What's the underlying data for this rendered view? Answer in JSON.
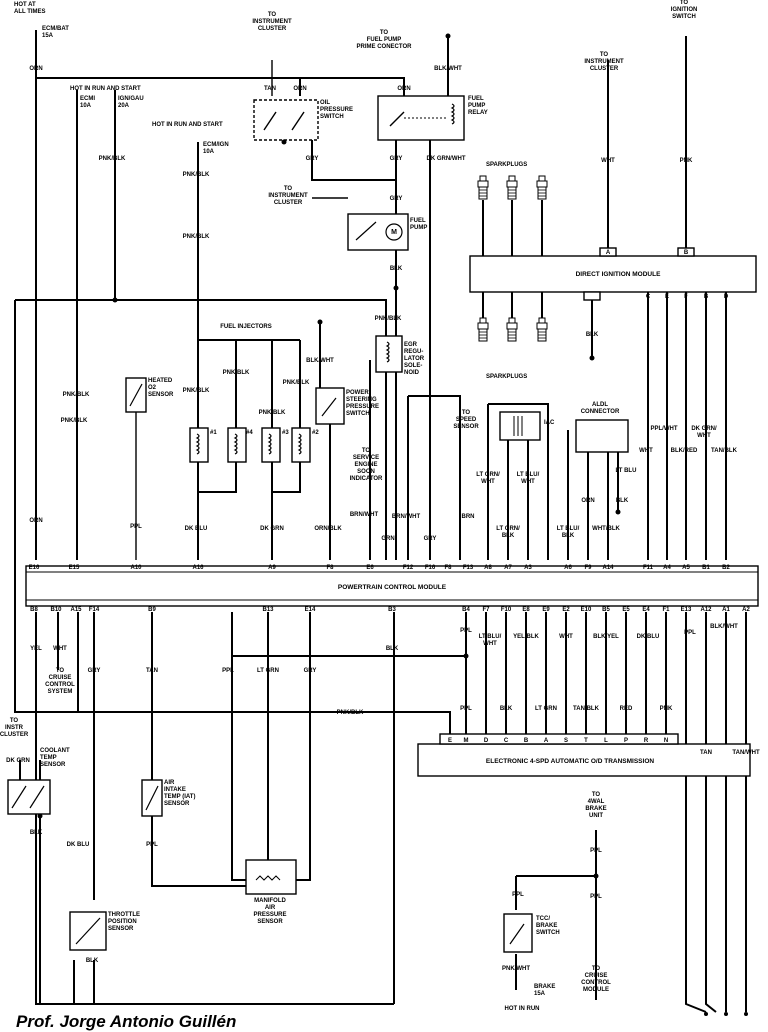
{
  "credit": "Prof. Jorge Antonio Guillén",
  "modules": {
    "pcm": "POWERTRAIN CONTROL MODULE",
    "dim": "DIRECT IGNITION MODULE",
    "trans": "ELECTRONIC 4-SPD AUTOMATIC O/D TRANSMISSION"
  },
  "pcm_top_pins": [
    "E16",
    "E15",
    "A10",
    "A16",
    "A9",
    "F8",
    "E6",
    "F12",
    "F16",
    "F8",
    "F13",
    "A8",
    "A7",
    "A3",
    "A6",
    "F9",
    "A14",
    "F11",
    "A4",
    "A5",
    "B1",
    "B2"
  ],
  "pcm_bottom_pins": [
    "B8",
    "B10",
    "A15",
    "F14",
    "B9",
    "B13",
    "E14",
    "B3",
    "B4",
    "F7",
    "F10",
    "E8",
    "E9",
    "E2",
    "E10",
    "B5",
    "E5",
    "E4",
    "F1",
    "E13",
    "A12",
    "A1",
    "A2"
  ],
  "trans_pins": [
    "E",
    "M",
    "D",
    "C",
    "B",
    "A",
    "S",
    "T",
    "L",
    "P",
    "R",
    "N"
  ],
  "dim_pins_top": [
    "A",
    "B"
  ],
  "dim_pins_bottom": [
    "C",
    "E",
    "F",
    "B",
    "D"
  ],
  "labels": {
    "hot_all_times": "HOT AT\nALL TIMES",
    "ecm_bat": "ECM/BAT\n15A",
    "hot_run_start_1": "HOT IN RUN AND START",
    "ecmi": "ECMI\n10A",
    "ign_gau": "IGN/GAU\n20A",
    "hot_run_start_2": "HOT IN RUN AND START",
    "ecm_ign": "ECM/IGN\n10A",
    "to_instr_cluster_1": "TO\nINSTRUMENT\nCLUSTER",
    "to_fuel_pump_prime": "TO\nFUEL PUMP\nPRIME CONECTOR",
    "to_ignition_switch": "TO\nIGNITION\nSWITCH",
    "to_instr_cluster_2": "TO\nINSTRUMENT\nCLUSTER",
    "oil_pressure_switch": "OIL\nPRESSURE\nSWITCH",
    "fuel_pump_relay": "FUEL\nPUMP\nRELAY",
    "to_instr_cluster_3": "TO\nINSTRUMENT\nCLUSTER",
    "fuel_pump": "FUEL\nPUMP",
    "sparkplugs_1": "SPARKPLUGS",
    "sparkplugs_2": "SPARKPLUGS",
    "fuel_injectors": "FUEL INJECTORS",
    "egr_solenoid": "EGR\nREGU-\nLATOR\nSOLE-\nNOID",
    "heated_o2": "HEATED\nO2\nSENSOR",
    "ps_pressure_switch": "POWER\nSTEERING\nPRESSURE\nSWITCH",
    "to_service_engine": "TO\nSERVICE\nENGINE\nSOON\nINDICATOR",
    "to_speed_sensor": "TO\nSPEED\nSENSOR",
    "iac": "IAC",
    "aldl": "ALDL\nCONNECTOR",
    "inj1": "#1",
    "inj4": "#4",
    "inj3": "#3",
    "inj2": "#2",
    "to_cruise": "TO\nCRUISE\nCONTROL\nSYSTEM",
    "to_instr_cluster_4": "TO\nINSTR\nCLUSTER",
    "coolant_temp": "COOLANT\nTEMP\nSENSOR",
    "iat_sensor": "AIR\nINTAKE\nTEMP (IAT)\nSENSOR",
    "map_sensor": "MANIFOLD\nAIR\nPRESSURE\nSENSOR",
    "throttle_sensor": "THROTTLE\nPOSITION\nSENSOR",
    "to_4wal": "TO\n4WAL\nBRAKE\nUNIT",
    "tcc_switch": "TCC/\nBRAKE\nSWITCH",
    "brake_fuse": "BRAKE\n15A",
    "hot_in_run": "HOT IN RUN",
    "to_cruise_module": "TO\nCRUISE\nCONTROL\nMODULE"
  },
  "wire_colors": {
    "orn_top": "ORN",
    "tan_oil": "TAN",
    "orn_oil": "ORN",
    "orn_relay": "ORN",
    "blk_wht_relay": "BLK/WHT",
    "gry_1": "GRY",
    "gry_2": "GRY",
    "dk_grn_wht": "DK GRN/WHT",
    "gry_3": "GRY",
    "blk_fp": "BLK",
    "wht_dim": "WHT",
    "pnk_dim": "PNK",
    "pnk_blk_1": "PNK/BLK",
    "pnk_blk_2": "PNK/BLK",
    "pnk_blk_3": "PNK/BLK",
    "pnk_blk_4": "PNK/BLK",
    "pnk_blk_inj1": "PNK/BLK",
    "pnk_blk_inj4": "PNK/BLK",
    "pnk_blk_inj3": "PNK/BLK",
    "pnk_blk_inj2": "PNK/BLK",
    "blk_wht_ps": "BLK/WHT",
    "pnk_blk_egr": "PNK/BLK",
    "blk_dim": "BLK",
    "ppl_wht": "PPL/WHT",
    "blk_red": "BLK/RED",
    "dk_grn_wht_2": "DK GRN/\nWHT",
    "tan_blk": "TAN/BLK",
    "wht_aldl": "WHT",
    "lt_blu_aldl": "LT BLU",
    "blk_aldl": "BLK",
    "orn_aldl": "ORN",
    "wht_blk_aldl": "WHT/BLK",
    "lt_grn_wht": "LT GRN/\nWHT",
    "lt_blu_wht": "LT BLU/\nWHT",
    "lt_grn_blk": "LT GRN/\nBLK",
    "lt_blu_blk": "LT BLU/\nBLK",
    "brn": "BRN",
    "brn_wht": "BRN/WHT",
    "brn_wht_2": "BRN/WHT",
    "grn": "GRN",
    "gry_pcm": "GRY",
    "orn_blk": "ORN/BLK",
    "dk_blu": "DK BLU",
    "dk_grn": "DK GRN",
    "ppl_o2": "PPL",
    "orn_left": "ORN",
    "pnk_blk_left": "PNK/BLK",
    "yel": "YEL",
    "wht_b10": "WHT",
    "gry_f14": "GRY",
    "tan_b9": "TAN",
    "ppl_map": "PPL",
    "lt_grn_map": "LT GRN",
    "gry_map": "GRY",
    "blk_b3": "BLK",
    "ppl_b4": "PPL",
    "lt_blu_wht_f7": "LT BLU/\nWHT",
    "yel_blk": "YEL/BLK",
    "wht_e2": "WHT",
    "blk_yel": "BLK/YEL",
    "dk_blu_e4": "DK BLU",
    "ppl_e13": "PPL",
    "blk_wht_a1": "BLK/WHT",
    "pnk_blk_trans": "PNK/BLK",
    "ppl_t": "PPL",
    "blk_t": "BLK",
    "lt_grn_t": "LT GRN",
    "tan_blk_t": "TAN/BLK",
    "red_t": "RED",
    "pnk_t": "PNK",
    "tan_a12": "TAN",
    "tan_wht": "TAN/WHT",
    "dk_grn_cts": "DK GRN",
    "blk_cts": "BLK",
    "dk_blu_tps": "DK BLU",
    "ppl_iat": "PPL",
    "blk_tps": "BLK",
    "ppl_4wal": "PPL",
    "ppl_tcc": "PPL",
    "ppl_cruise": "PPL",
    "pnk_wht": "PNK/WHT"
  }
}
